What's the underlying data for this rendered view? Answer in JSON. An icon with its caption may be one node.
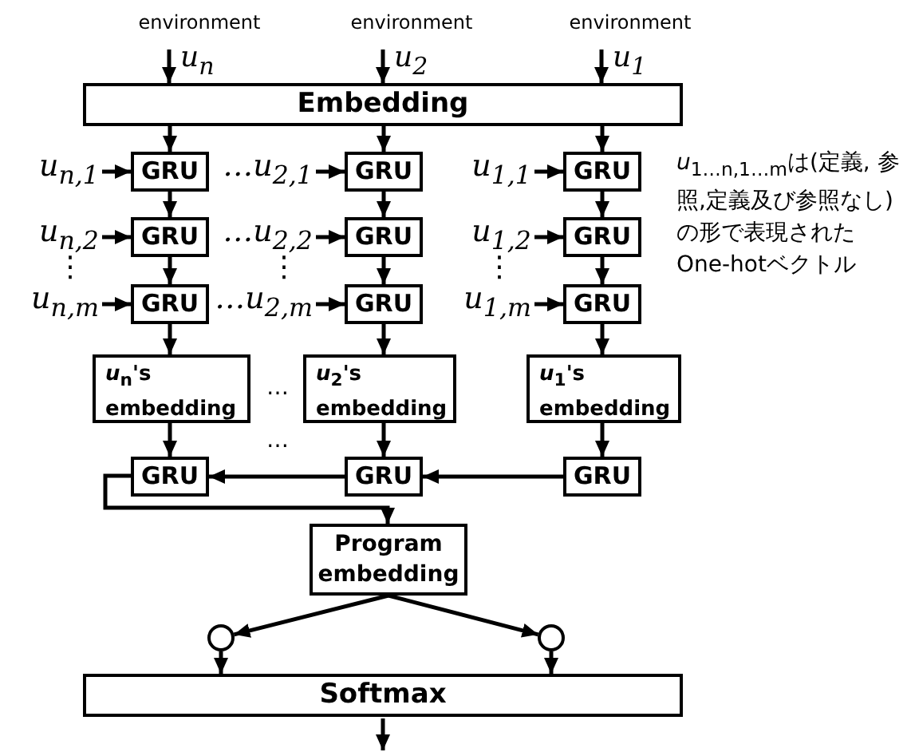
{
  "diagram": {
    "nodes": [
      {
        "text": [
          "environment"
        ]
      },
      {
        "text": [
          "environment"
        ]
      },
      {
        "text": [
          "environment"
        ]
      },
      {
        "text": [
          "Embedding"
        ]
      },
      {
        "text": [
          "u$_{n,1}$"
        ]
      },
      {
        "text": [
          "GRU"
        ]
      },
      {
        "text": [
          "…u$_{2,1}$"
        ]
      },
      {
        "text": [
          "GRU"
        ]
      },
      {
        "text": [
          "u$_{1,1}$"
        ]
      },
      {
        "text": [
          "GRU"
        ]
      },
      {
        "text": [
          "u$_{n,2}$"
        ]
      },
      {
        "text": [
          "GRU"
        ]
      },
      {
        "text": [
          "…u$_{2,2}$"
        ]
      },
      {
        "text": [
          "GRU"
        ]
      },
      {
        "text": [
          "u$_{1,2}$"
        ]
      },
      {
        "text": [
          "GRU"
        ]
      },
      {
        "text": [
          "u$_{n,m}$"
        ]
      },
      {
        "text": [
          "GRU"
        ]
      },
      {
        "text": [
          "…u$_{2,m}$"
        ]
      },
      {
        "text": [
          "GRU"
        ]
      },
      {
        "text": [
          "u$_{1,m}$"
        ]
      },
      {
        "text": [
          "GRU"
        ]
      },
      {
        "text": [
          "*u*$_{n}$'s embedding"
        ]
      },
      {
        "text": [
          "*u*$_{2}$'s embedding"
        ]
      },
      {
        "text": [
          "*u*$_{1}$'s embedding"
        ]
      },
      {
        "text": [
          "GRU"
        ]
      },
      {
        "text": [
          "GRU"
        ]
      },
      {
        "text": [
          "GRU"
        ]
      },
      {
        "text": [
          "Program embedding"
        ]
      },
      {
        "text": [],
        "shape": "circle"
      },
      {
        "text": [],
        "shape": "circle"
      },
      {
        "text": [
          "Softmax"
        ]
      }
    ],
    "edges": [
      {
        "from": 0,
        "to": 3,
        "arrow": "to",
        "label": "u$_{n}$"
      },
      {
        "from": 1,
        "to": 3,
        "arrow": "to",
        "label": "u$_{2}$"
      },
      {
        "from": 2,
        "to": 3,
        "arrow": "to",
        "label": "u$_{1}$"
      },
      {
        "from": 3,
        "to": 5,
        "arrow": "to"
      },
      {
        "from": 3,
        "to": 7,
        "arrow": "to"
      },
      {
        "from": 3,
        "to": 9,
        "arrow": "to"
      },
      {
        "from": 4,
        "to": 5,
        "arrow": "to"
      },
      {
        "from": 6,
        "to": 7,
        "arrow": "to"
      },
      {
        "from": 8,
        "to": 9,
        "arrow": "to"
      },
      {
        "from": 10,
        "to": 11,
        "arrow": "to"
      },
      {
        "from": 12,
        "to": 13,
        "arrow": "to"
      },
      {
        "from": 14,
        "to": 15,
        "arrow": "to"
      },
      {
        "from": 16,
        "to": 17,
        "arrow": "to"
      },
      {
        "from": 18,
        "to": 19,
        "arrow": "to"
      },
      {
        "from": 20,
        "to": 21,
        "arrow": "to"
      },
      {
        "from": 5,
        "to": 11,
        "arrow": "to"
      },
      {
        "from": 11,
        "to": 17,
        "arrow": "to"
      },
      {
        "from": 17,
        "to": 22,
        "arrow": "to"
      },
      {
        "from": 22,
        "to": 25,
        "arrow": "to"
      },
      {
        "from": 7,
        "to": 13,
        "arrow": "to"
      },
      {
        "from": 13,
        "to": 19,
        "arrow": "to"
      },
      {
        "from": 19,
        "to": 23,
        "arrow": "to"
      },
      {
        "from": 23,
        "to": 26,
        "arrow": "to"
      },
      {
        "from": 9,
        "to": 15,
        "arrow": "to"
      },
      {
        "from": 15,
        "to": 21,
        "arrow": "to"
      },
      {
        "from": 21,
        "to": 24,
        "arrow": "to"
      },
      {
        "from": 24,
        "to": 27,
        "arrow": "to"
      },
      {
        "from": 27,
        "to": 26,
        "arrow": "to"
      },
      {
        "from": 26,
        "to": 25,
        "arrow": "to"
      },
      {
        "from": 25,
        "to": 28,
        "arrow": "to"
      },
      {
        "from": 28,
        "to": 29,
        "arrow": "to"
      },
      {
        "from": 28,
        "to": 30,
        "arrow": "to"
      },
      {
        "from": 29,
        "to": 31,
        "arrow": "to"
      },
      {
        "from": 30,
        "to": 31,
        "arrow": "to"
      },
      {
        "from": 31,
        "to": null,
        "arrow": "to"
      }
    ],
    "labels": [
      "*u*$_{1…n,1…m}$は(定義, 参照,定義及び参照なし)の形で表現されたOne-hotベクトル",
      "⋮",
      "⋮",
      "⋮",
      "…",
      "…"
    ]
  }
}
